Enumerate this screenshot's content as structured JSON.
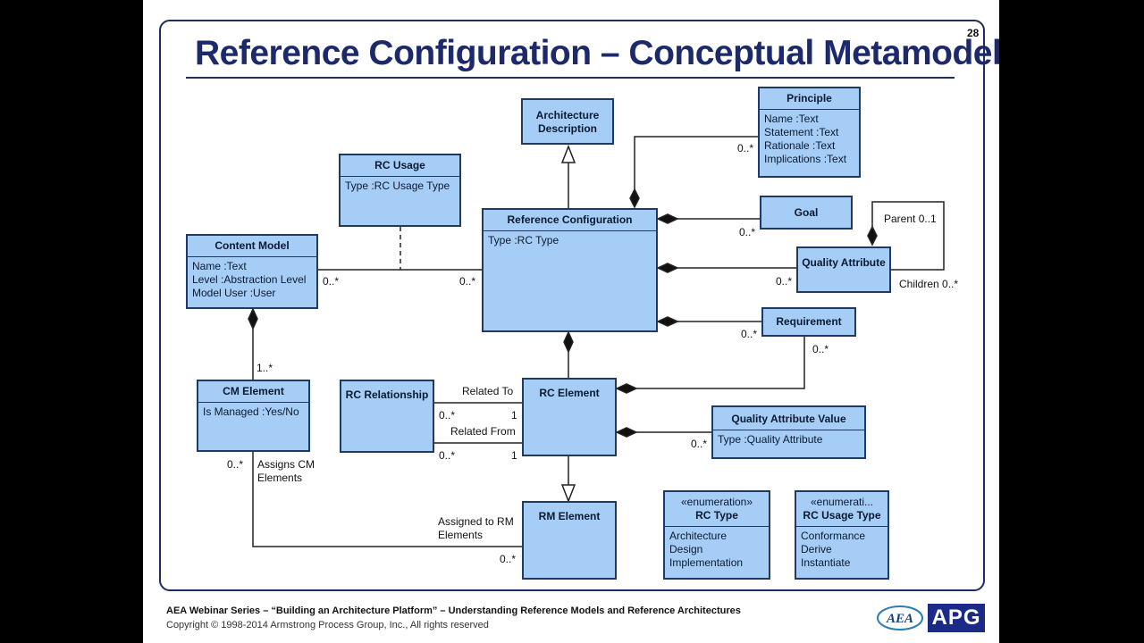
{
  "slide": {
    "title": "Reference Configuration – Conceptual Metamodel",
    "page_number": "28",
    "footer": {
      "series": "AEA Webinar Series – “Building an Architecture Platform” – Understanding Reference Models and Reference Architectures",
      "copyright": "Copyright © 1998-2014 Armstrong Process Group, Inc., All rights reserved"
    },
    "logos": {
      "aea": "AEA",
      "apg": "APG"
    }
  },
  "classes": {
    "architecture_description": {
      "name": "Architecture Description"
    },
    "principle": {
      "name": "Principle",
      "attributes": [
        "Name  :Text",
        "Statement  :Text",
        "Rationale  :Text",
        "Implications  :Text"
      ]
    },
    "rc_usage": {
      "name": "RC Usage",
      "attributes": [
        "Type  :RC Usage Type"
      ]
    },
    "reference_configuration": {
      "name": "Reference Configuration",
      "attributes": [
        "Type  :RC Type"
      ]
    },
    "goal": {
      "name": "Goal"
    },
    "quality_attribute": {
      "name": "Quality Attribute"
    },
    "content_model": {
      "name": "Content Model",
      "attributes": [
        "Name  :Text",
        "Level  :Abstraction Level",
        "Model User  :User"
      ]
    },
    "requirement": {
      "name": "Requirement"
    },
    "cm_element": {
      "name": "CM Element",
      "attributes": [
        "Is Managed  :Yes/No"
      ]
    },
    "rc_relationship": {
      "name": "RC Relationship"
    },
    "rc_element": {
      "name": "RC Element"
    },
    "quality_attribute_value": {
      "name": "Quality Attribute Value",
      "attributes": [
        "Type  :Quality Attribute"
      ]
    },
    "rm_element": {
      "name": "RM Element"
    },
    "rc_type": {
      "stereotype": "«enumeration»",
      "name": "RC Type",
      "literals": [
        "Architecture",
        "Design",
        "Implementation"
      ]
    },
    "rc_usage_type": {
      "stereotype": "«enumerati...",
      "name": "RC Usage Type",
      "literals": [
        "Conformance",
        "Derive",
        "Instantiate"
      ]
    }
  },
  "labels": {
    "principle_mult": "0..*",
    "goal_mult": "0..*",
    "parent": "Parent 0..1",
    "children": "Children 0..*",
    "qa_mult": "0..*",
    "cm_mult": "0..*",
    "rc_usage_assoc_mult": "0..*",
    "req_mult": "0..*",
    "req_element_mult": "0..*",
    "cm_element_mult": "1..*",
    "related_to": "Related To",
    "related_to_src": "0..*",
    "related_to_tgt": "1",
    "related_from": "Related From",
    "related_from_src": "0..*",
    "related_from_tgt": "1",
    "qav_mult": "0..*",
    "assigns_cm_mult": "0..*",
    "assigns_cm": "Assigns CM\nElements",
    "assigned_to_rm": "Assigned to RM\nElements",
    "assigned_to_rm_mult": "0..*"
  },
  "colors": {
    "box_fill": "#a6cdf5",
    "box_border": "#1f3b63",
    "title": "#1c2a6b",
    "apg_logo": "#1b2a86"
  }
}
